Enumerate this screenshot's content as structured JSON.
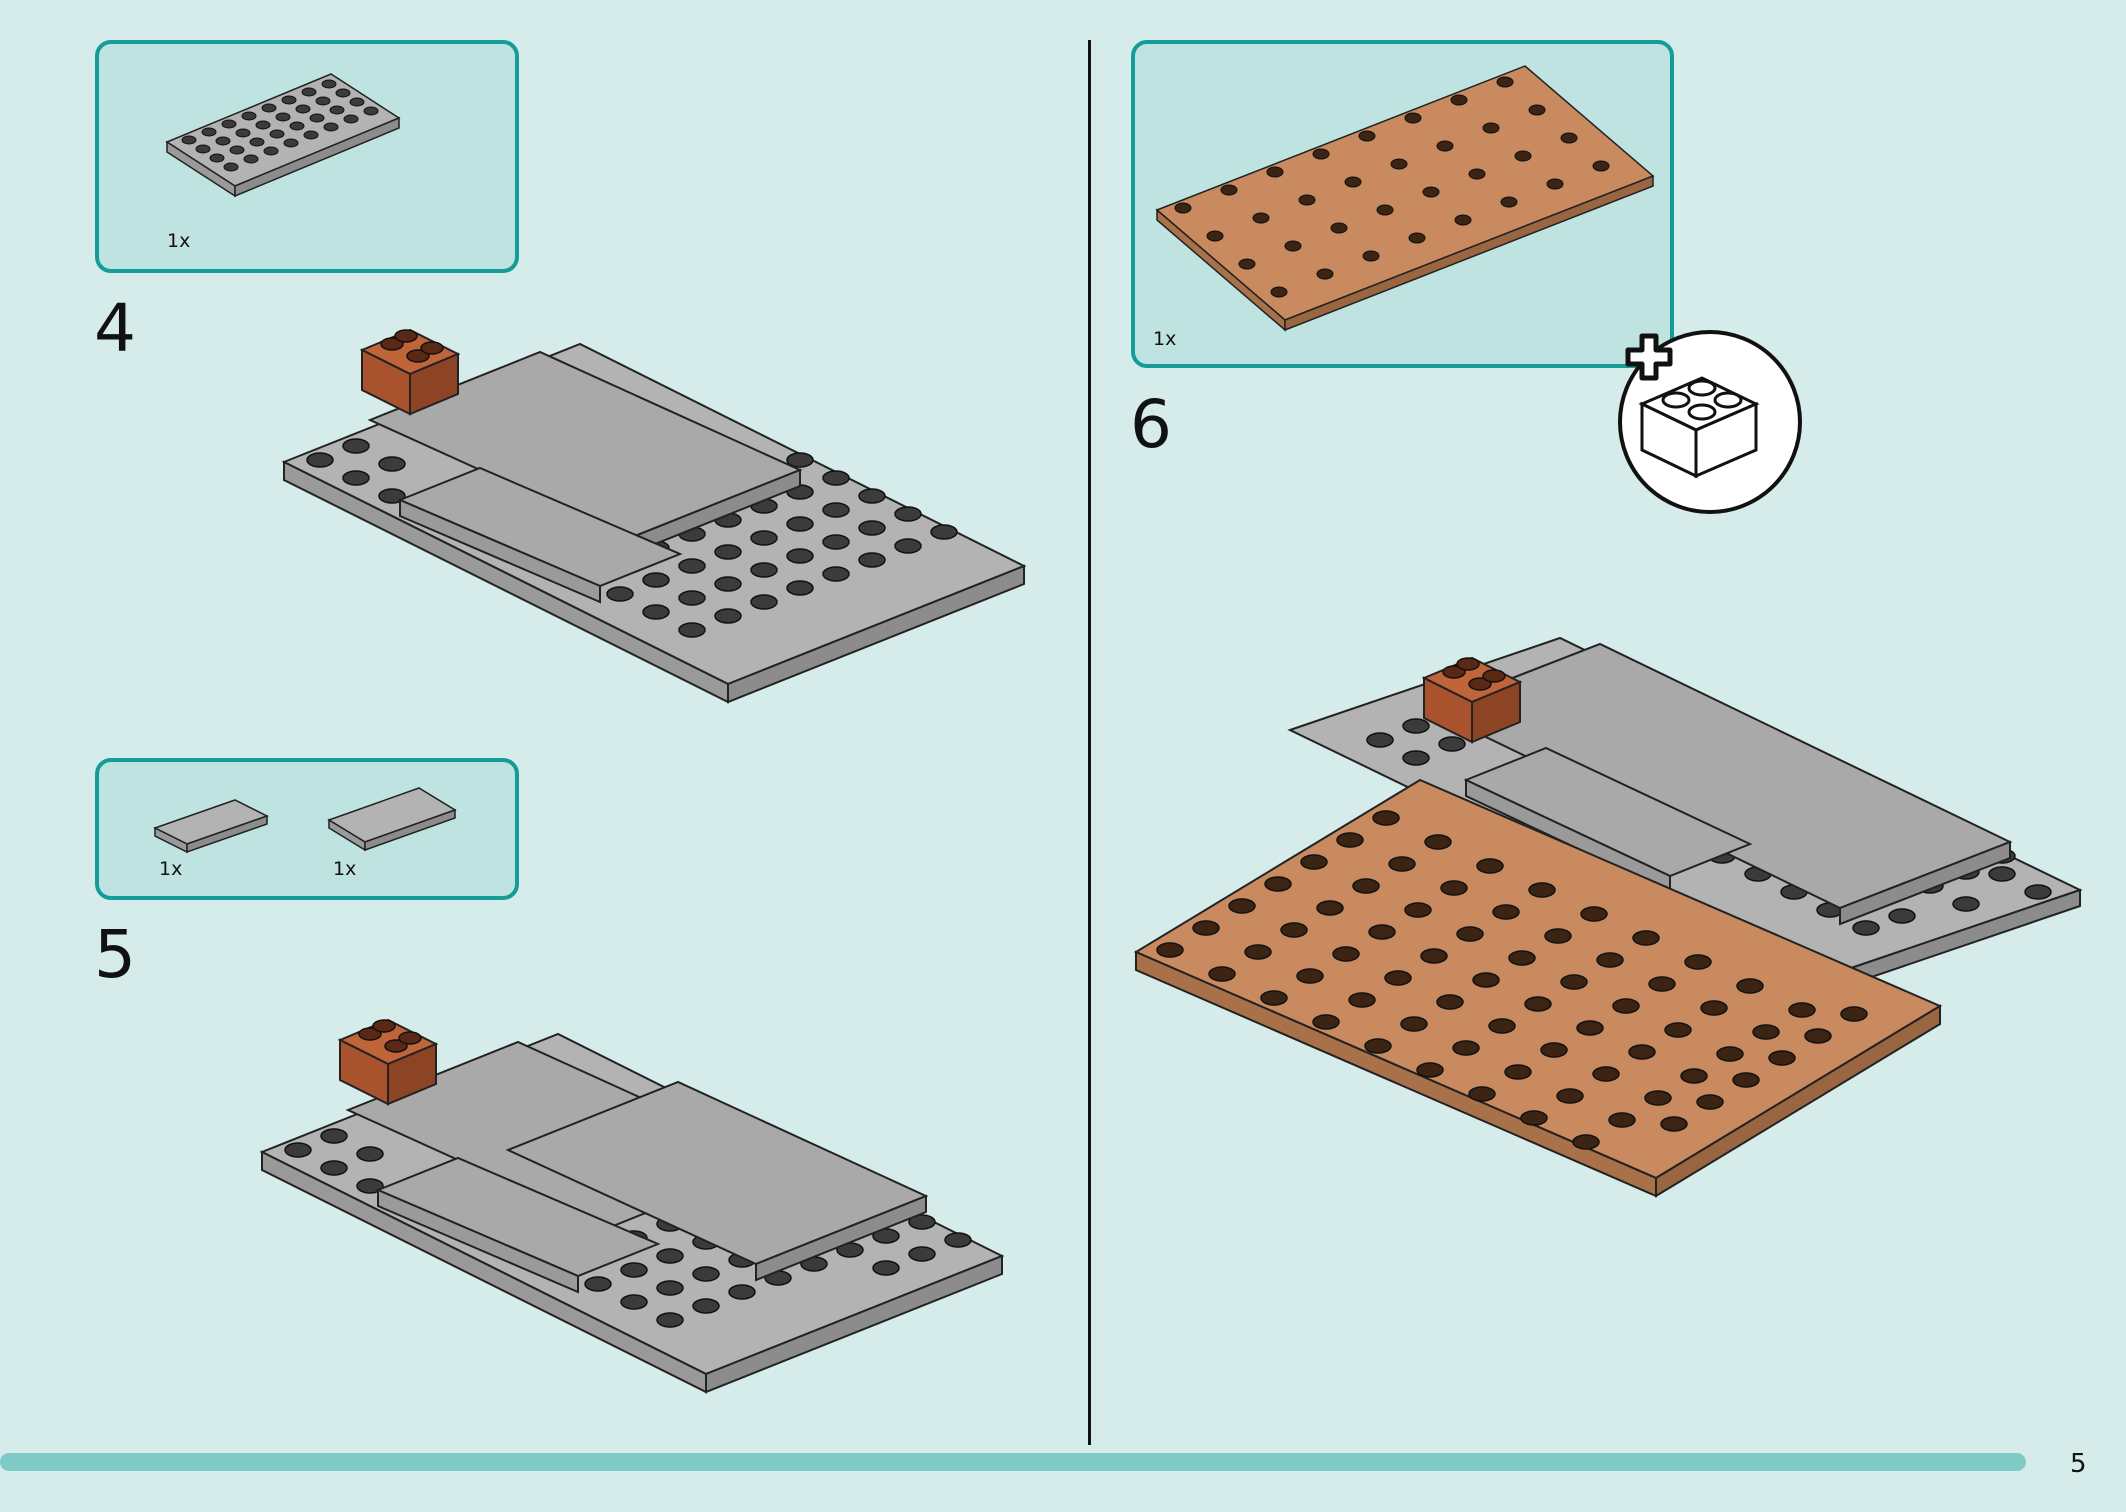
{
  "steps": [
    {
      "number": "4",
      "parts": [
        {
          "qty": "1x",
          "part": "plate-6x8-gray"
        }
      ]
    },
    {
      "number": "5",
      "parts": [
        {
          "qty": "1x",
          "part": "tile-2x4-gray"
        },
        {
          "qty": "1x",
          "part": "tile-2x4-gray-wide"
        }
      ]
    },
    {
      "number": "6",
      "parts": [
        {
          "qty": "1x",
          "part": "plate-8x16-brown"
        }
      ],
      "badge": "add-brick-icon"
    }
  ],
  "page_number": "5",
  "colors": {
    "background": "#d5ecea",
    "callout_fill": "#bfe3e1",
    "callout_border": "#159c98",
    "gray_plate": "#b3b3b3",
    "dark_stud": "#3b3b3b",
    "brown_plate": "#c88a5e",
    "red_brown_brick": "#a9522e",
    "progress": "#7fcac6"
  }
}
